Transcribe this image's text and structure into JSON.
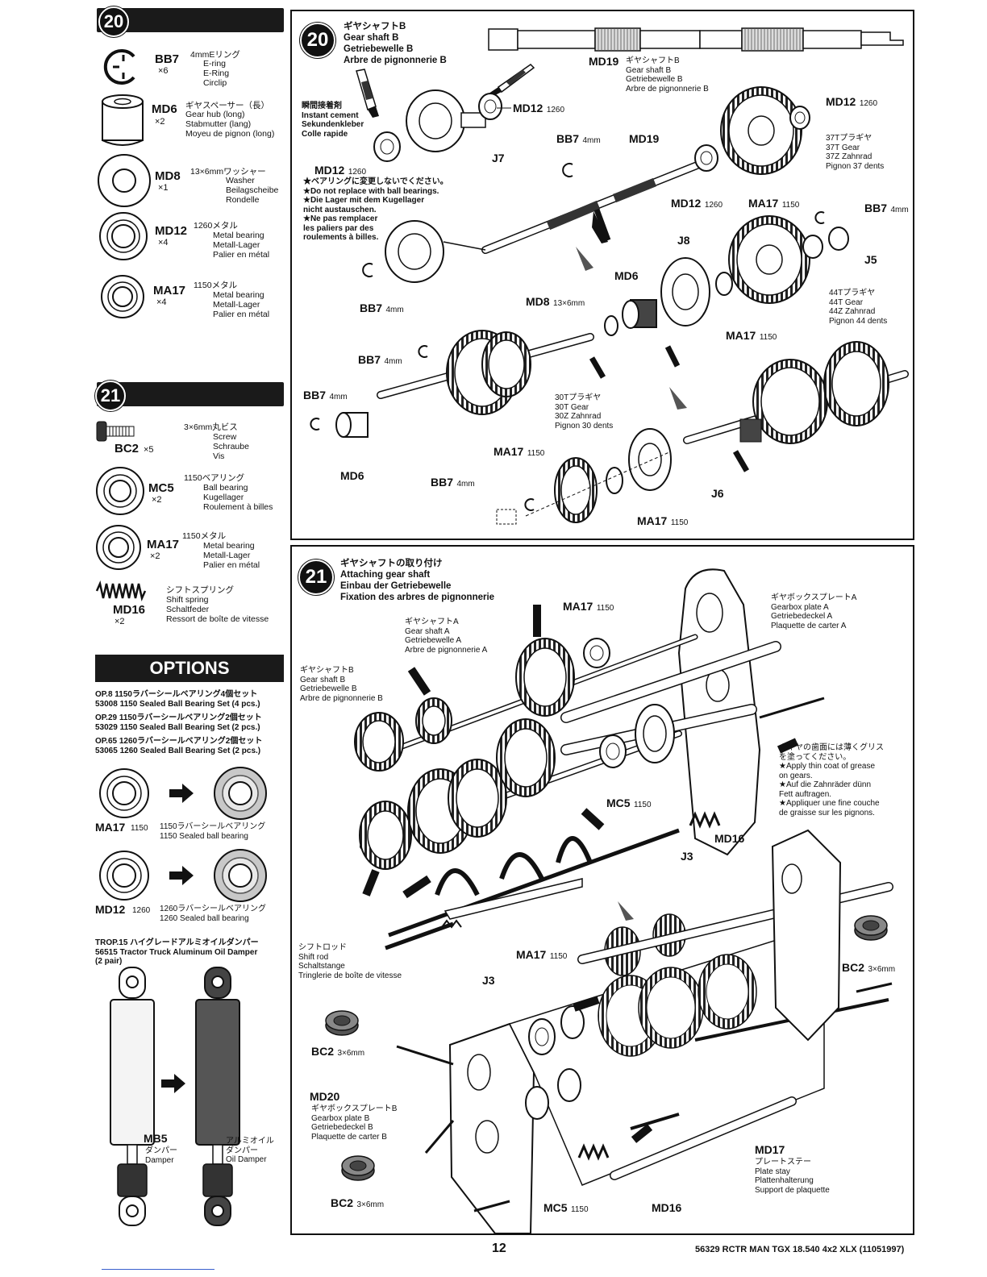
{
  "page_number": "12",
  "footer_text": "56329 RCTR MAN TGX 18.540 4x2 XLX (11051997)",
  "left": {
    "step20": {
      "number": "20",
      "parts": [
        {
          "code": "BB7",
          "qty": "×6",
          "jp": "4mmEリング",
          "lines": [
            "E-ring",
            "E-Ring",
            "Circlip"
          ]
        },
        {
          "code": "MD6",
          "qty": "×2",
          "jp": "ギヤスペーサー（長）",
          "lines": [
            "Gear hub (long)",
            "Stabmutter (lang)",
            "Moyeu de pignon (long)"
          ]
        },
        {
          "code": "MD8",
          "qty": "×1",
          "jp": "13×6mmワッシャー",
          "lines": [
            "Washer",
            "Beilagscheibe",
            "Rondelle"
          ]
        },
        {
          "code": "MD12",
          "qty": "×4",
          "jp": "1260メタル",
          "lines": [
            "Metal bearing",
            "Metall-Lager",
            "Palier en métal"
          ]
        },
        {
          "code": "MA17",
          "qty": "×4",
          "jp": "1150メタル",
          "lines": [
            "Metal bearing",
            "Metall-Lager",
            "Palier en métal"
          ]
        }
      ]
    },
    "step21": {
      "number": "21",
      "parts": [
        {
          "code": "BC2",
          "qty": "×5",
          "jp": "3×6mm丸ビス",
          "lines": [
            "Screw",
            "Schraube",
            "Vis"
          ]
        },
        {
          "code": "MC5",
          "qty": "×2",
          "jp": "1150ベアリング",
          "lines": [
            "Ball bearing",
            "Kugellager",
            "Roulement à billes"
          ]
        },
        {
          "code": "MA17",
          "qty": "×2",
          "jp": "1150メタル",
          "lines": [
            "Metal bearing",
            "Metall-Lager",
            "Palier en métal"
          ]
        },
        {
          "code": "MD16",
          "qty": "×2",
          "jp": "シフトスプリング",
          "lines": [
            "Shift spring",
            "Schaltfeder",
            "Ressort de boîte de vitesse"
          ]
        }
      ]
    },
    "options": {
      "title": "OPTIONS",
      "items": [
        {
          "l1": "OP.8 1150ラバーシールベアリング4個セット",
          "l2": "53008 1150 Sealed Ball Bearing Set (4 pcs.)"
        },
        {
          "l1": "OP.29 1150ラバーシールベアリング2個セット",
          "l2": "53029 1150 Sealed Ball Bearing Set (2 pcs.)"
        },
        {
          "l1": "OP.65 1260ラバーシールベアリング2個セット",
          "l2": "53065 1260 Sealed Ball Bearing Set (2 pcs.)"
        }
      ],
      "swap1": {
        "code": "MA17",
        "num": "1150",
        "jp": "1150ラバーシールベアリング",
        "en": "1150 Sealed ball bearing"
      },
      "swap2": {
        "code": "MD12",
        "num": "1260",
        "jp": "1260ラバーシールベアリング",
        "en": "1260 Sealed ball bearing"
      },
      "trop": {
        "l1": "TROP.15 ハイグレードアルミオイルダンパー",
        "l2": "56515 Tractor Truck Aluminum Oil Damper",
        "l3": "(2 pair)"
      },
      "damper_left": {
        "code": "MB5",
        "jp": "ダンパー",
        "en": "Damper"
      },
      "damper_right": {
        "jp": "アルミオイル",
        "jp2": "ダンパー",
        "en": "Oil Damper"
      }
    }
  },
  "step20_box": {
    "number": "20",
    "title": {
      "jp": "ギヤシャフトB",
      "en": "Gear shaft B",
      "de": "Getriebewelle B",
      "fr": "Arbre de pignonnerie B"
    },
    "md19_label": {
      "code": "MD19",
      "jp": "ギヤシャフトB",
      "en": "Gear shaft B",
      "de": "Getriebewelle B",
      "fr": "Arbre de pignonnerie B"
    },
    "cement": {
      "jp": "瞬間接着剤",
      "en": "Instant cement",
      "de": "Sekundenkleber",
      "fr": "Colle rapide"
    },
    "warning": {
      "code": "MD12",
      "num": "1260",
      "lines": [
        "★ベアリングに変更しないでください。",
        "★Do not replace with ball bearings.",
        "★Die Lager mit dem Kugellager",
        "nicht austauschen.",
        "★Ne pas remplacer",
        "les paliers par des",
        "roulements à billes."
      ]
    },
    "callouts": {
      "md12_a": {
        "code": "MD12",
        "num": "1260"
      },
      "md12_b": {
        "code": "MD12",
        "num": "1260"
      },
      "md12_c": {
        "code": "MD12",
        "num": "1260"
      },
      "j7": "J7",
      "bb7_a": {
        "code": "BB7",
        "num": "4mm"
      },
      "md19": "MD19",
      "gear37": {
        "jp": "37Tプラギヤ",
        "en": "37T Gear",
        "de": "37Z Zahnrad",
        "fr": "Pignon 37 dents"
      },
      "ma17_a": {
        "code": "MA17",
        "num": "1150"
      },
      "bb7_b": {
        "code": "BB7",
        "num": "4mm"
      },
      "j5": "J5",
      "j8": "J8",
      "md6_a": "MD6",
      "md8": {
        "code": "MD8",
        "num": "13×6mm"
      },
      "bb7_c": {
        "code": "BB7",
        "num": "4mm"
      },
      "gear44": {
        "jp": "44Tプラギヤ",
        "en": "44T Gear",
        "de": "44Z Zahnrad",
        "fr": "Pignon 44 dents"
      },
      "ma17_b": {
        "code": "MA17",
        "num": "1150"
      },
      "bb7_d": {
        "code": "BB7",
        "num": "4mm"
      },
      "bb7_e": {
        "code": "BB7",
        "num": "4mm"
      },
      "md6_b": "MD6",
      "gear30": {
        "jp": "30Tプラギヤ",
        "en": "30T Gear",
        "de": "30Z Zahnrad",
        "fr": "Pignon 30 dents"
      },
      "ma17_c": {
        "code": "MA17",
        "num": "1150"
      },
      "bb7_f": {
        "code": "BB7",
        "num": "4mm"
      },
      "j6": "J6",
      "ma17_d": {
        "code": "MA17",
        "num": "1150"
      }
    }
  },
  "step21_box": {
    "number": "21",
    "title": {
      "jp": "ギヤシャフトの取り付け",
      "en": "Attaching gear shaft",
      "de": "Einbau der Getriebewelle",
      "fr": "Fixation des arbres de pignonnerie"
    },
    "plate_a": {
      "jp": "ギヤボックスプレートA",
      "en": "Gearbox plate A",
      "de": "Getriebedeckel A",
      "fr": "Plaquette de carter A"
    },
    "shaft_a": {
      "jp": "ギヤシャフトA",
      "en": "Gear shaft A",
      "de": "Getriebewelle A",
      "fr": "Arbre de pignonnerie A"
    },
    "shaft_b": {
      "jp": "ギヤシャフトB",
      "en": "Gear shaft B",
      "de": "Getriebewelle B",
      "fr": "Arbre de pignonnerie B"
    },
    "grease": {
      "lines": [
        "★ギヤの歯面には薄くグリス",
        "を塗ってください。",
        "★Apply thin coat of grease",
        "on gears.",
        "★Auf die Zahnräder dünn",
        "Fett auftragen.",
        "★Appliquer une fine couche",
        "de graisse sur les pignons."
      ]
    },
    "shift_rod": {
      "jp": "シフトロッド",
      "en": "Shift rod",
      "de": "Schaltstange",
      "fr": "Tringlerie de boîte de vitesse"
    },
    "plate_b": {
      "code": "MD20",
      "jp": "ギヤボックスプレートB",
      "en": "Gearbox plate B",
      "de": "Getriebedeckel B",
      "fr": "Plaquette de carter B"
    },
    "plate_stay": {
      "code": "MD17",
      "jp": "プレートステー",
      "en": "Plate stay",
      "de": "Plattenhalterung",
      "fr": "Support de plaquette"
    },
    "callouts": {
      "ma17_a": {
        "code": "MA17",
        "num": "1150"
      },
      "mc5_a": {
        "code": "MC5",
        "num": "1150"
      },
      "md16_a": "MD16",
      "j3_a": "J3",
      "ma17_b": {
        "code": "MA17",
        "num": "1150"
      },
      "j3_b": "J3",
      "bc2_a": {
        "code": "BC2",
        "num": "3×6mm"
      },
      "bc2_b": {
        "code": "BC2",
        "num": "3×6mm"
      },
      "bc2_c": {
        "code": "BC2",
        "num": "3×6mm"
      },
      "mc5_b": {
        "code": "MC5",
        "num": "1150"
      },
      "md16_b": "MD16"
    }
  }
}
